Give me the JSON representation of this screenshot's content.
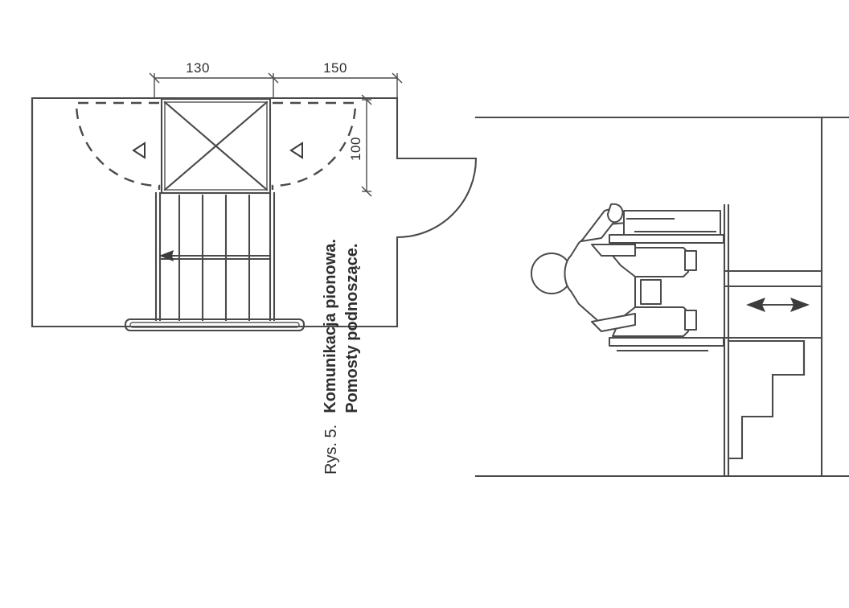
{
  "figure": {
    "reference_label": "Rys. 5.",
    "title_line_1": "Komunikacja pionowa.",
    "title_line_2": "Pomosty podnoszące.",
    "background_color": "#ffffff",
    "line_color": "#4a4a4a"
  },
  "plan_view": {
    "name": "Plan view of vertical circulation with lifting platform",
    "dimensions": {
      "horizontal_left": "130",
      "horizontal_right": "150",
      "vertical_right": "100"
    },
    "elements": {
      "lift_shaft_label": "platform-shaft",
      "stair_treads_count": 4,
      "door_swing_arcs": 2,
      "direction_triangles": 2,
      "travel_arrow_direction": "left"
    }
  },
  "section_view": {
    "name": "Section view with wheelchair user on lifting platform",
    "elements": {
      "occupant": "wheelchair-user",
      "movement_arrow": "bidirectional-vertical-travel",
      "stair_steps_count": 3,
      "ground_line": "ground-level"
    }
  }
}
